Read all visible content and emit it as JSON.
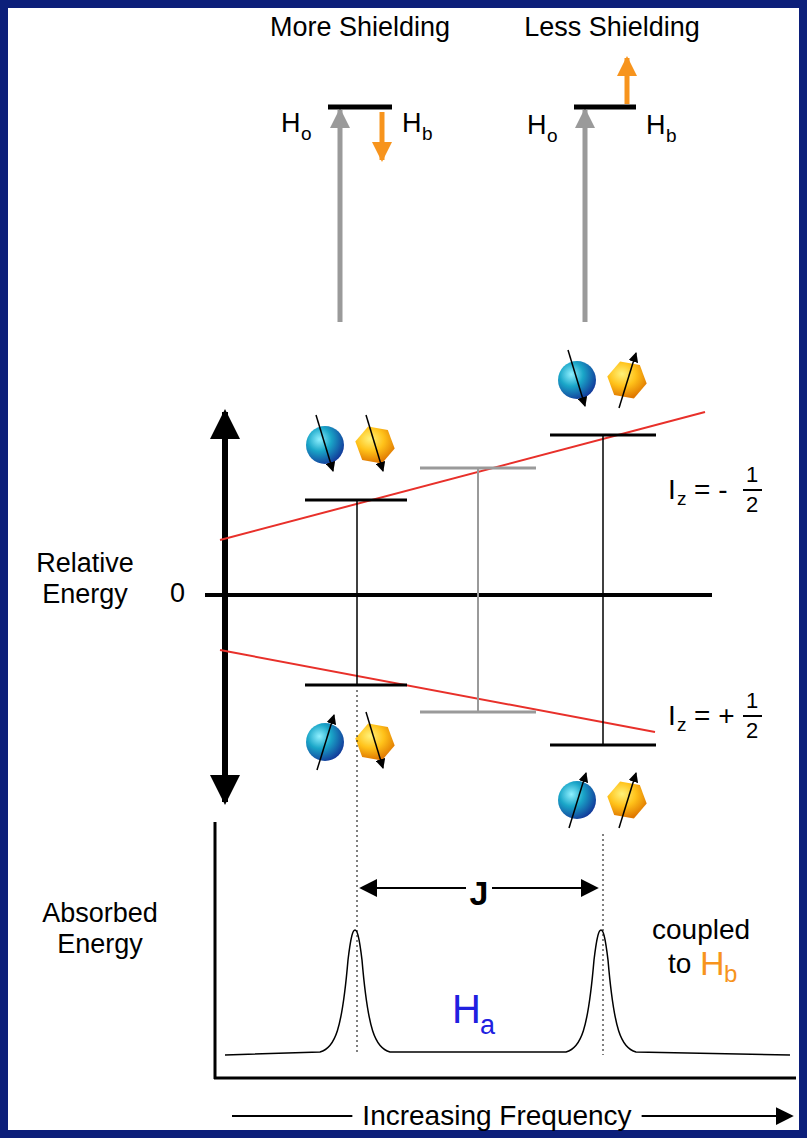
{
  "diagram": {
    "labels": [
      "More Shielding",
      "Less Shielding",
      "H",
      "o",
      "H",
      "b",
      "H",
      "o",
      "H",
      "b",
      "Relative Energy",
      "0",
      "I",
      "z",
      "= -",
      "1",
      "2",
      "I",
      "z",
      "= +",
      "1",
      "2",
      "Absorbed Energy",
      "J",
      "H",
      "a",
      "coupled",
      "to",
      "H",
      "b",
      "Increasing Frequency"
    ]
  }
}
